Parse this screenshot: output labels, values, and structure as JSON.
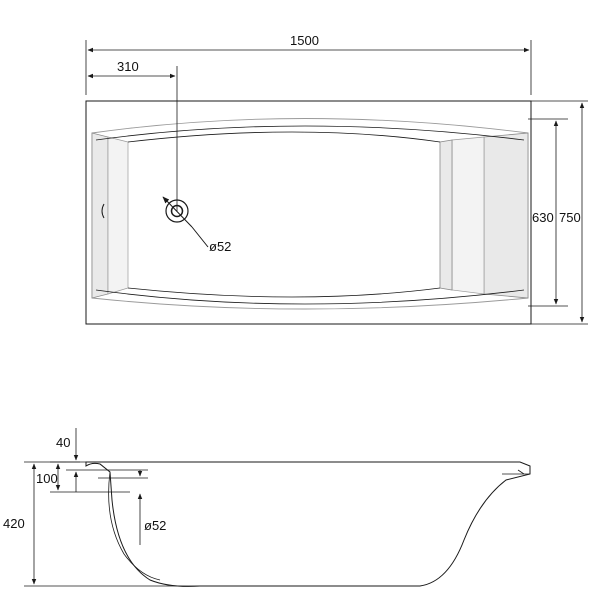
{
  "top_view": {
    "width_label": "1500",
    "drain_offset_label": "310",
    "inner_width_label": "630",
    "outer_width_label": "750",
    "drain_diameter_label": "ø52",
    "drain_icon": "drain-icon"
  },
  "side_view": {
    "rim_label": "40",
    "drain_depth_label": "100",
    "height_label": "420",
    "drain_diameter_label": "ø52"
  }
}
